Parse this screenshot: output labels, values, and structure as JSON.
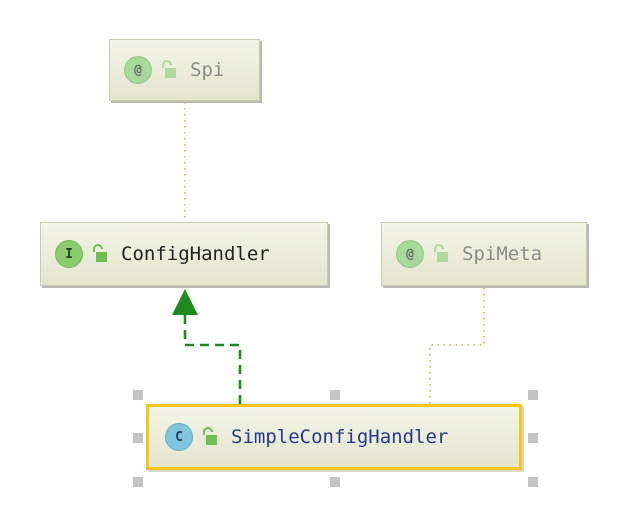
{
  "nodes": {
    "spi": {
      "label": "Spi",
      "badge": "@"
    },
    "config_handler": {
      "label": "ConfigHandler",
      "badge": "I"
    },
    "spi_meta": {
      "label": "SpiMeta",
      "badge": "@"
    },
    "simple_config_handler": {
      "label": "SimpleConfigHandler",
      "badge": "C"
    }
  },
  "colors": {
    "implements_edge": "#1e8a1e",
    "annotation_edge": "#c8b020",
    "selection_border": "#f5c518",
    "class_label": "#233a8c"
  }
}
